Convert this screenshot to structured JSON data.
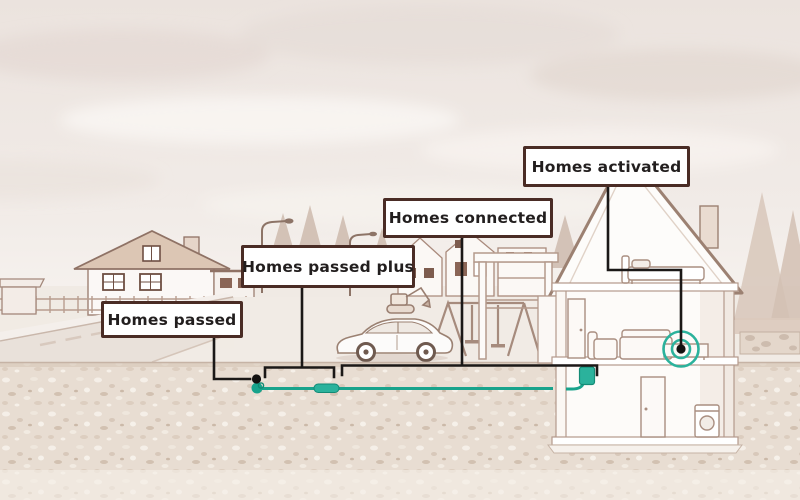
{
  "diagram": {
    "title": "Fiber rollout stages illustration",
    "scene": "Sepia neighborhood street scene with cutaway house and underground fiber cable"
  },
  "labels": {
    "homes_passed": "Homes passed",
    "homes_passed_plus": "Homes passed plus",
    "homes_connected": "Homes connected",
    "homes_activated": "Homes activated"
  },
  "colors": {
    "accent_teal": "#2bb29c",
    "cable_teal": "#18a38c",
    "annotation_black": "#1b1817",
    "callout_border_brown": "#4a2c25",
    "callout_background": "#ffffff",
    "callout_text": "#221e1e",
    "sepia_stroke": "#a3887b",
    "soil_beige": "#e8ddd2",
    "sky_beige": "#ece5e0"
  },
  "icons": {
    "wifi": "wifi-signal-icon",
    "cable": "fiber-cable-icon",
    "terminal": "fiber-terminal-box-icon",
    "junction": "junction-dot-icon"
  }
}
